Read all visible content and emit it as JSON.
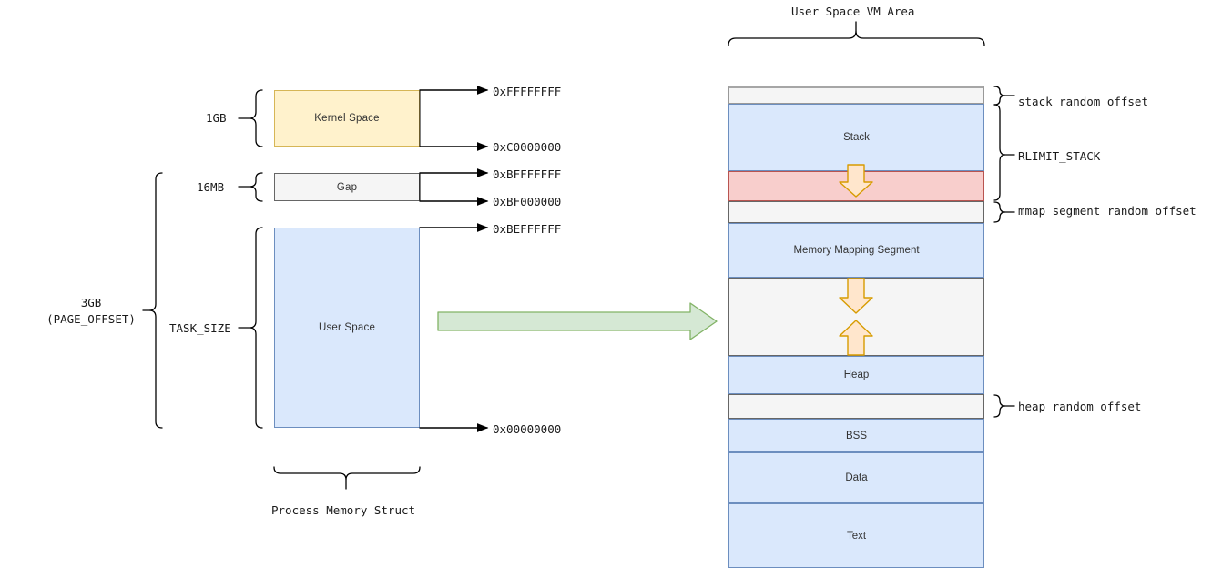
{
  "left_diagram": {
    "title": "Process Memory Struct",
    "boxes": [
      {
        "label": "Kernel Space",
        "fill": "#fff2cc",
        "stroke": "#d6b656"
      },
      {
        "label": "Gap",
        "fill": "#f5f5f5",
        "stroke": "#666666"
      },
      {
        "label": "User Space",
        "fill": "#dae8fc",
        "stroke": "#6c8ebf"
      }
    ],
    "size_labels": [
      {
        "text": "1GB"
      },
      {
        "text": "16MB"
      },
      {
        "text": "TASK_SIZE"
      }
    ],
    "total_label_line1": "3GB",
    "total_label_line2": "(PAGE_OFFSET)",
    "addresses": [
      "0xFFFFFFFF",
      "0xC0000000",
      "0xBFFFFFFF",
      "0xBF000000",
      "0xBEFFFFFF",
      "0x00000000"
    ]
  },
  "transition_arrow": {
    "name": "expand-arrow",
    "fill": "#d5e8d4",
    "stroke": "#82b366"
  },
  "right_diagram": {
    "title": "User Space VM Area",
    "bands": [
      {
        "label": "",
        "fill": "#f5f5f5",
        "stroke": "#999999",
        "name": "stack-random-offset-band"
      },
      {
        "label": "Stack",
        "fill": "#dae8fc",
        "stroke": "#6c8ebf",
        "name": "stack-band"
      },
      {
        "label": "",
        "fill": "#f8cecc",
        "stroke": "#b85450",
        "name": "stack-growth-band"
      },
      {
        "label": "",
        "fill": "#f5f5f5",
        "stroke": "#666666",
        "name": "mmap-random-offset-band"
      },
      {
        "label": "Memory Mapping Segment",
        "fill": "#dae8fc",
        "stroke": "#6c8ebf",
        "name": "memory-mapping-segment-band"
      },
      {
        "label": "",
        "fill": "#f5f5f5",
        "stroke": "#666666",
        "name": "free-growth-band"
      },
      {
        "label": "Heap",
        "fill": "#dae8fc",
        "stroke": "#6c8ebf",
        "name": "heap-band"
      },
      {
        "label": "",
        "fill": "#f5f5f5",
        "stroke": "#666666",
        "name": "heap-random-offset-band"
      },
      {
        "label": "BSS",
        "fill": "#dae8fc",
        "stroke": "#6c8ebf",
        "name": "bss-band"
      },
      {
        "label": "Data",
        "fill": "#dae8fc",
        "stroke": "#6c8ebf",
        "name": "data-band"
      },
      {
        "label": "Text",
        "fill": "#dae8fc",
        "stroke": "#6c8ebf",
        "name": "text-band"
      }
    ],
    "annotations": [
      "stack random offset",
      "RLIMIT_STACK",
      "mmap segment random offset",
      "heap random offset"
    ],
    "growth_arrows": {
      "fill": "#ffe6cc",
      "stroke": "#d79b00"
    }
  }
}
